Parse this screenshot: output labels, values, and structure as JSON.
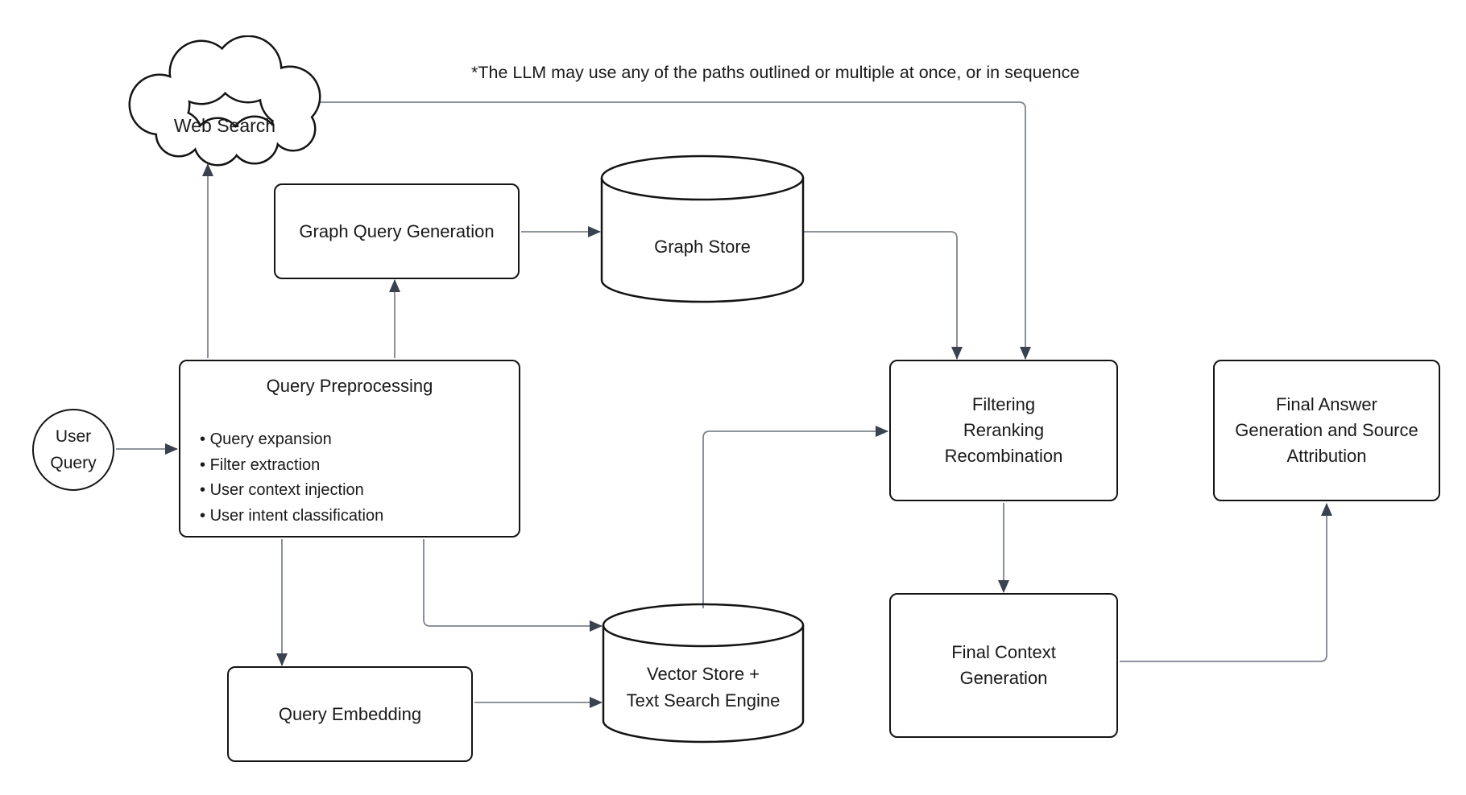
{
  "annotation": "*The LLM may use any of the paths outlined or multiple at once, or in sequence",
  "nodes": {
    "web_search": {
      "shape": "cloud",
      "label": "Web Search"
    },
    "graph_query_generation": {
      "shape": "process",
      "label": "Graph Query Generation"
    },
    "graph_store": {
      "shape": "database",
      "label": "Graph Store"
    },
    "user_query": {
      "shape": "circle",
      "lines": [
        "User",
        "Query"
      ]
    },
    "query_preprocessing": {
      "shape": "process",
      "title": "Query Preprocessing",
      "bullets": [
        "Query expansion",
        "Filter extraction",
        "User context injection",
        "User intent classification"
      ]
    },
    "query_embedding": {
      "shape": "process",
      "label": "Query Embedding"
    },
    "vector_store": {
      "shape": "database",
      "lines": [
        "Vector Store +",
        "Text Search Engine"
      ]
    },
    "filtering": {
      "shape": "process",
      "lines": [
        "Filtering",
        "Reranking",
        "Recombination"
      ]
    },
    "final_context_generation": {
      "shape": "process",
      "lines": [
        "Final Context",
        "Generation"
      ]
    },
    "final_answer": {
      "shape": "process",
      "lines": [
        "Final Answer",
        "Generation and Source",
        "Attribution"
      ]
    }
  },
  "edges": [
    {
      "from": "user_query",
      "to": "query_preprocessing"
    },
    {
      "from": "query_preprocessing",
      "to": "web_search"
    },
    {
      "from": "query_preprocessing",
      "to": "graph_query_generation"
    },
    {
      "from": "graph_query_generation",
      "to": "graph_store"
    },
    {
      "from": "graph_store",
      "to": "filtering"
    },
    {
      "from": "web_search",
      "to": "filtering"
    },
    {
      "from": "query_preprocessing",
      "to": "query_embedding"
    },
    {
      "from": "query_preprocessing",
      "to": "vector_store"
    },
    {
      "from": "query_embedding",
      "to": "vector_store"
    },
    {
      "from": "vector_store",
      "to": "filtering"
    },
    {
      "from": "filtering",
      "to": "final_context_generation"
    },
    {
      "from": "final_context_generation",
      "to": "final_answer"
    }
  ],
  "colors": {
    "connector_line": "#7e848e",
    "arrowhead": "#3a4250",
    "shape_border": "#141414",
    "text": "#1a1a1a",
    "background": "#ffffff"
  }
}
